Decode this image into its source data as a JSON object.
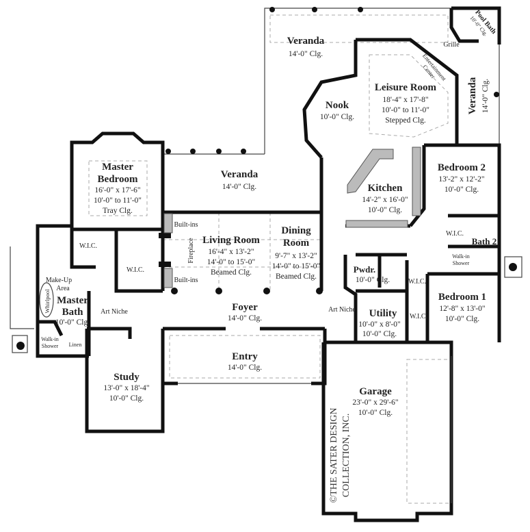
{
  "rooms": {
    "veranda_top": {
      "name": "Veranda",
      "lines": [
        "14'-0\" Clg."
      ]
    },
    "pool_bath": {
      "name": "Pool Bath",
      "lines": [
        "10'-0\" Clg."
      ]
    },
    "leisure": {
      "name": "Leisure Room",
      "lines": [
        "18'-4\" x 17'-8\"",
        "10'-0\" to 11'-0\"",
        "Stepped Clg."
      ]
    },
    "veranda_right": {
      "name": "Veranda",
      "lines": [
        "14'-0\" Clg."
      ]
    },
    "nook": {
      "name": "Nook",
      "lines": [
        "10'-0\" Clg."
      ]
    },
    "master_bedroom": {
      "name": "Master",
      "name2": "Bedroom",
      "lines": [
        "16'-0\" x 17'-6\"",
        "10'-0\" to 11'-0\"",
        "Tray Clg."
      ]
    },
    "veranda_mid": {
      "name": "Veranda",
      "lines": [
        "14'-0\" Clg."
      ]
    },
    "kitchen": {
      "name": "Kitchen",
      "lines": [
        "14'-2\" x 16'-0\"",
        "10'-0\" Clg."
      ]
    },
    "bedroom2": {
      "name": "Bedroom 2",
      "lines": [
        "13'-2\" x 12'-2\"",
        "10'-0\" Clg."
      ]
    },
    "living": {
      "name": "Living Room",
      "lines": [
        "16'-4\" x 13'-2\"",
        "14'-0\" to 15'-0\"",
        "Beamed Clg."
      ]
    },
    "dining": {
      "name": "Dining",
      "name2": "Room",
      "lines": [
        "9'-7\" x 13'-2\"",
        "14'-0\" to 15'-0\"",
        "Beamed Clg."
      ]
    },
    "bath2": {
      "name": "Bath 2"
    },
    "powder": {
      "name": "Pwdr.",
      "lines": [
        "10'-0\" Clg."
      ]
    },
    "bedroom1": {
      "name": "Bedroom 1",
      "lines": [
        "12'-8\" x 13'-0\"",
        "10'-0\" Clg."
      ]
    },
    "master_bath": {
      "name": "Master",
      "name2": "Bath",
      "lines": [
        "10'-0\" Clg."
      ]
    },
    "foyer": {
      "name": "Foyer",
      "lines": [
        "14'-0\" Clg."
      ]
    },
    "utility": {
      "name": "Utility",
      "lines": [
        "10'-0\" x 8'-0\"",
        "10'-0\" Clg."
      ]
    },
    "entry": {
      "name": "Entry",
      "lines": [
        "14'-0\" Clg."
      ]
    },
    "study": {
      "name": "Study",
      "lines": [
        "13'-0\" x 18'-4\"",
        "10'-0\" Clg."
      ]
    },
    "garage": {
      "name": "Garage",
      "lines": [
        "23'-0\" x 29'-6\"",
        "10'-0\" Clg."
      ]
    }
  },
  "labels": {
    "grille": "Grille",
    "entertainment": "Entertainment",
    "center": "Center",
    "builtins_top": "Built-ins",
    "builtins_bottom": "Built-ins",
    "fireplace": "Fireplace",
    "wic_master_small": "W.I.C.",
    "wic_master_large": "W.I.C.",
    "wic_bed2": "W.I.C.",
    "wic_bed1_a": "W.I.C.",
    "wic_bed1_b": "W.I.C.",
    "makeup": "Make-Up",
    "area": "Area",
    "whirlpool": "Whirlpool",
    "walkin_shower": "Walk-in",
    "shower": "Shower",
    "walkin_shower2": "Walk-in",
    "shower2": "Shower",
    "linen": "Linen",
    "art_niche_left": "Art Niche",
    "art_niche_right": "Art Niche"
  },
  "copyright": {
    "line1": "©THE SATER DESIGN",
    "line2": "COLLECTION, INC."
  }
}
